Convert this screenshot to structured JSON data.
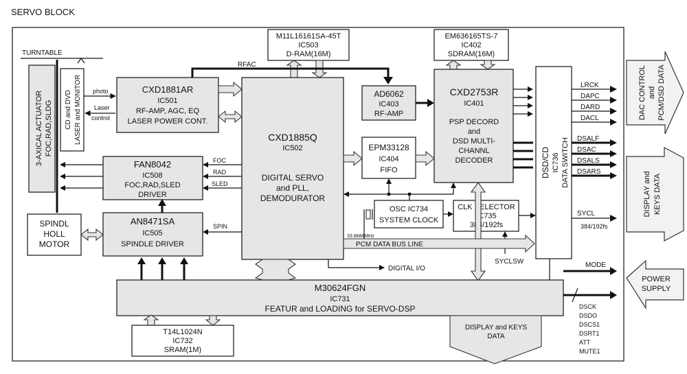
{
  "title": "SERVO BLOCK",
  "blocks": {
    "dram": {
      "part": "M11L16161SA-45T",
      "ic": "IC503",
      "desc": "D-RAM(16M)"
    },
    "sdram": {
      "part": "EM636165TS-7",
      "ic": "IC402",
      "desc": "SDRAM(16M)"
    },
    "cxd1881": {
      "part": "CXD1881AR",
      "ic": "IC501",
      "desc1": "RF-AMP, AGC, EQ",
      "desc2": "LASER POWER CONT."
    },
    "cxd1885": {
      "part": "CXD1885Q",
      "ic": "IC502",
      "desc1": "DIGITAL SERVO",
      "desc2": "and PLL,",
      "desc3": "DEMODURATOR"
    },
    "ad6062": {
      "part": "AD6062",
      "ic": "IC403",
      "desc": "RF-AMP"
    },
    "cxd2753": {
      "part": "CXD2753R",
      "ic": "IC401",
      "desc1": "PSP DECORD",
      "desc2": "and",
      "desc3": "DSD MULTI-",
      "desc4": "CHANNL",
      "desc5": "DECODER"
    },
    "epm": {
      "part": "EPM33128",
      "ic": "IC404",
      "desc": "FIFO"
    },
    "fan8042": {
      "part": "FAN8042",
      "ic": "IC508",
      "desc1": "FOC,RAD,SLED",
      "desc2": "DRIVER"
    },
    "an8471": {
      "part": "AN8471SA",
      "ic": "IC505",
      "desc": "SPINDLE DRIVER"
    },
    "osc": {
      "part": "OSC  IC734",
      "desc": "SYSTEM CLOCK"
    },
    "clk": {
      "part": "CLK SELECTOR",
      "ic": "IC735",
      "desc": "384/192fs"
    },
    "dsd": {
      "part": "DSD/CD",
      "ic": "IC736",
      "desc": "DATA SWITCH"
    },
    "m30624": {
      "part": "M30624FGN",
      "ic": "IC731",
      "desc": "FEATUR and LOADING for SERVO-DSP"
    },
    "t14": {
      "part": "T14L1024N",
      "ic": "IC732",
      "desc": "SRAM(1M)"
    },
    "actuator": {
      "line1": "3-AXICAL ACTUATOR",
      "line2": "FOC,RAD,SLDG"
    },
    "laser": {
      "line1": "CD and DVD",
      "line2": "LASER and MONITOR"
    },
    "spindle": {
      "line1": "SPINDL",
      "line2": "HOLL",
      "line3": "MOTOR"
    }
  },
  "labels": {
    "turntable": "TURNTABLE",
    "rfac": "RFAC",
    "photo": "photo",
    "laser": "Laser",
    "control": "control",
    "foc": "FOC",
    "rad": "RAD",
    "sled": "SLED",
    "spin": "SPIN",
    "freq": "33.8688MHz",
    "pcm_bus": "PCM DATA BUS LINE",
    "digital_io": "DIGITAL I/O",
    "syclsw": "SYCLSW",
    "sycl": "SYCL",
    "fs": "384/192fs",
    "mode": "MODE",
    "display_keys_line1": "DISPLAY and KEYS",
    "display_keys_line2": "DATA"
  },
  "outputs_top": [
    "LRCK",
    "DAPC",
    "DARD",
    "DACL"
  ],
  "outputs_mid": [
    "DSALF",
    "DSAC",
    "DSALS",
    "DSARS"
  ],
  "outputs_bottom": [
    "DSCK",
    "DSDO",
    "DSCS1",
    "DSRT1",
    "ATT",
    "MUTE1"
  ],
  "side_arrows": {
    "dac_line1": "DAC CONTROL",
    "dac_line2": "and",
    "dac_line3": "PCM/DSD DATA",
    "disp_line1": "DISPLAY and",
    "disp_line2": "KEYS DATA",
    "power_line1": "POWER",
    "power_line2": "SUPPLY"
  }
}
